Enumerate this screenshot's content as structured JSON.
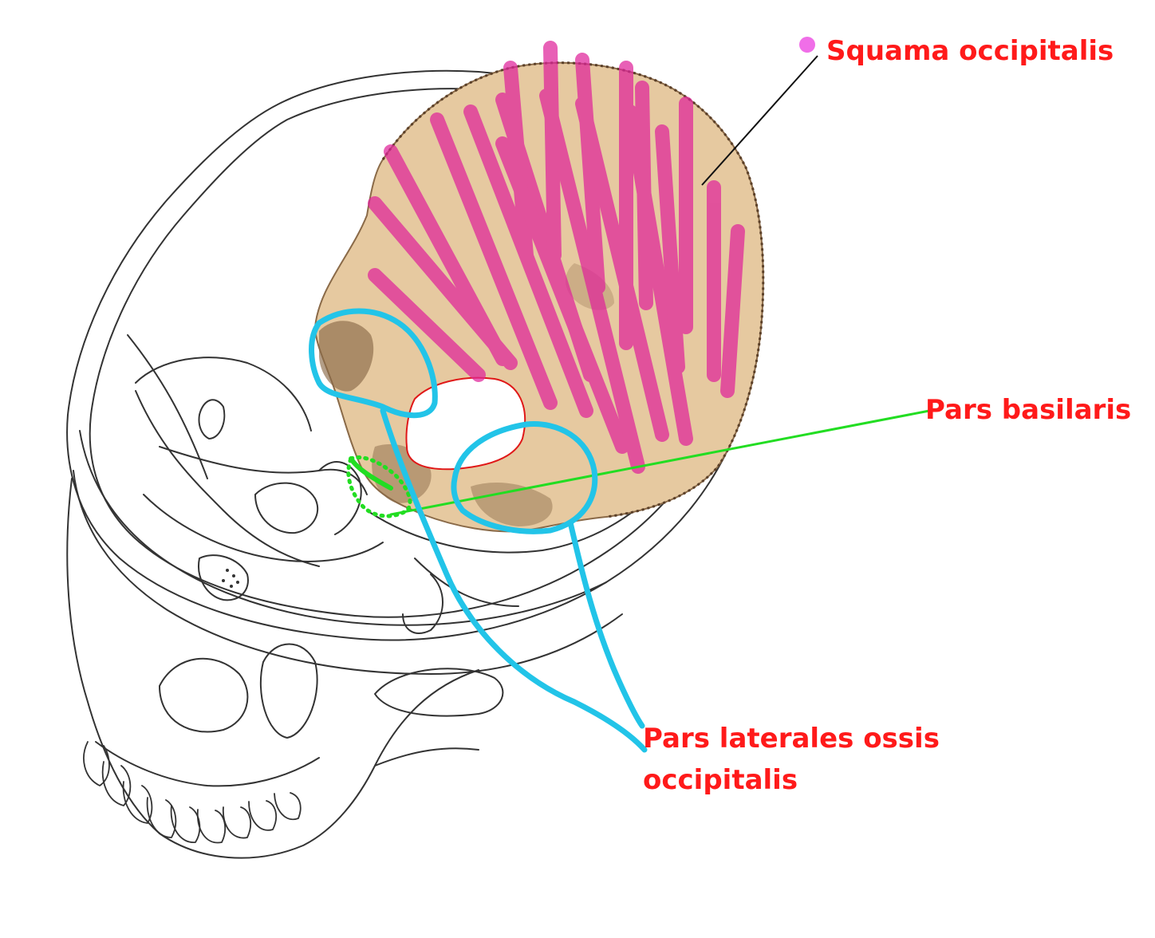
{
  "labels": {
    "squama": "Squama occipitalis",
    "basilaris": "Pars basilaris",
    "laterales_line1": "Pars laterales ossis",
    "laterales_line2": "occipitalis"
  },
  "colors": {
    "label_text": "#ff1a1a",
    "squama_hatch": "#e0249a",
    "squama_dot": "#f06ee8",
    "basilaris_marker": "#22dd22",
    "laterales_marker": "#22c4e8",
    "foramen_outline": "#e01818",
    "bone_fill": "#e6c9a0",
    "bone_shadow": "#8a6a48",
    "skull_outline": "#333333",
    "leader_line": "#111111",
    "background": "#ffffff"
  }
}
